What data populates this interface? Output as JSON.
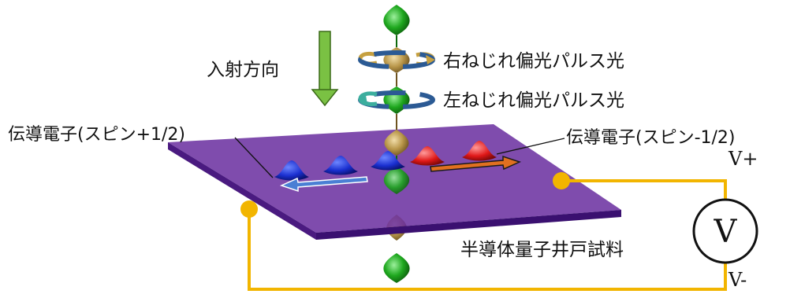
{
  "labels": {
    "incident_direction": "入射方向",
    "right_circular": "右ねじれ偏光パルス光",
    "left_circular": "左ねじれ偏光パルス光",
    "electron_spin_up": "伝導電子(スピン+1/2)",
    "electron_spin_down": "伝導電子(スピン-1/2)",
    "sample": "半導体量子井戸試料",
    "voltmeter_symbol": "V",
    "v_plus": "V+",
    "v_minus": "V-"
  },
  "colors": {
    "plate": "#6a2fa0",
    "plate_edge": "#4a1a80",
    "wire": "#f2b500",
    "green_pulse": "#1fa81f",
    "gold_pulse": "#b9974a",
    "spin_up": "#1a2fd0",
    "spin_down": "#e01818",
    "arrow_blue": "#4a7fd4",
    "arrow_orange": "#e07020",
    "incident_arrow": "#7ac143"
  }
}
